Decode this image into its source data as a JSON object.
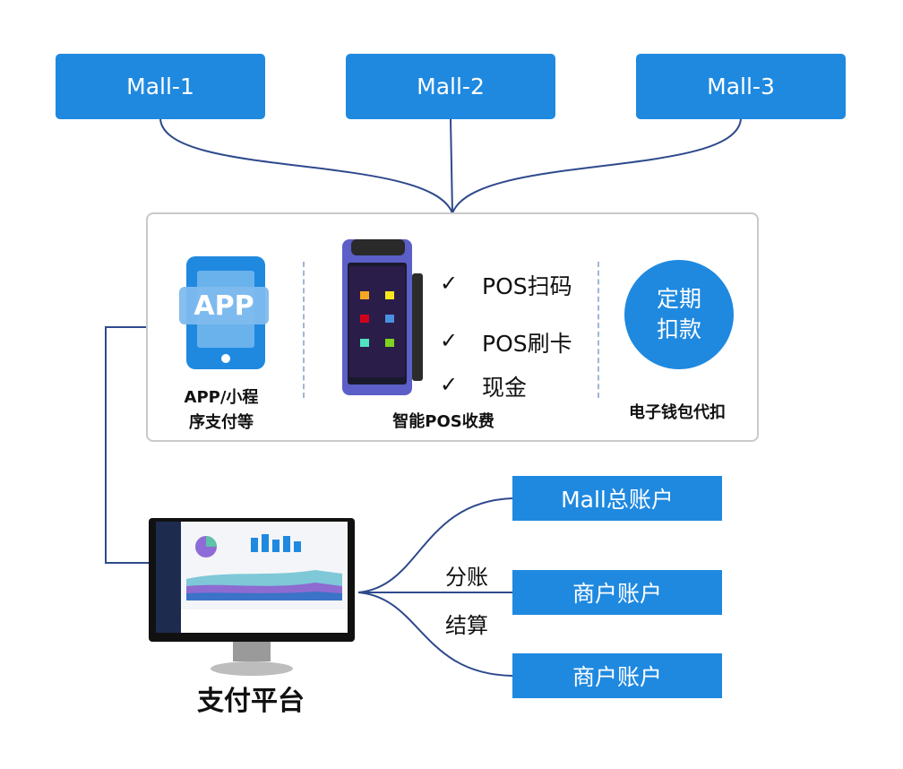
{
  "malls": [
    "Mall-1",
    "Mall-2",
    "Mall-3"
  ],
  "payment_methods": {
    "app_label": "APP/小程\n序支付等",
    "app_icon_text": "APP",
    "pos_label": "智能POS收费",
    "pos_items": [
      "POS扫码",
      "POS刷卡",
      "现金"
    ],
    "check_mark": "✓",
    "periodic_line1": "定期",
    "periodic_line2": "扣款",
    "wallet_label": "电子钱包代扣"
  },
  "platform": {
    "label": "支付平台"
  },
  "split": {
    "label1": "分账",
    "label2": "结算"
  },
  "accounts": [
    "Mall总账户",
    "商户账户",
    "商户账户"
  ],
  "colors": {
    "brand_blue": "#1f89e0",
    "line_navy": "#2e4a8c",
    "box_border": "#c9c9c9"
  }
}
